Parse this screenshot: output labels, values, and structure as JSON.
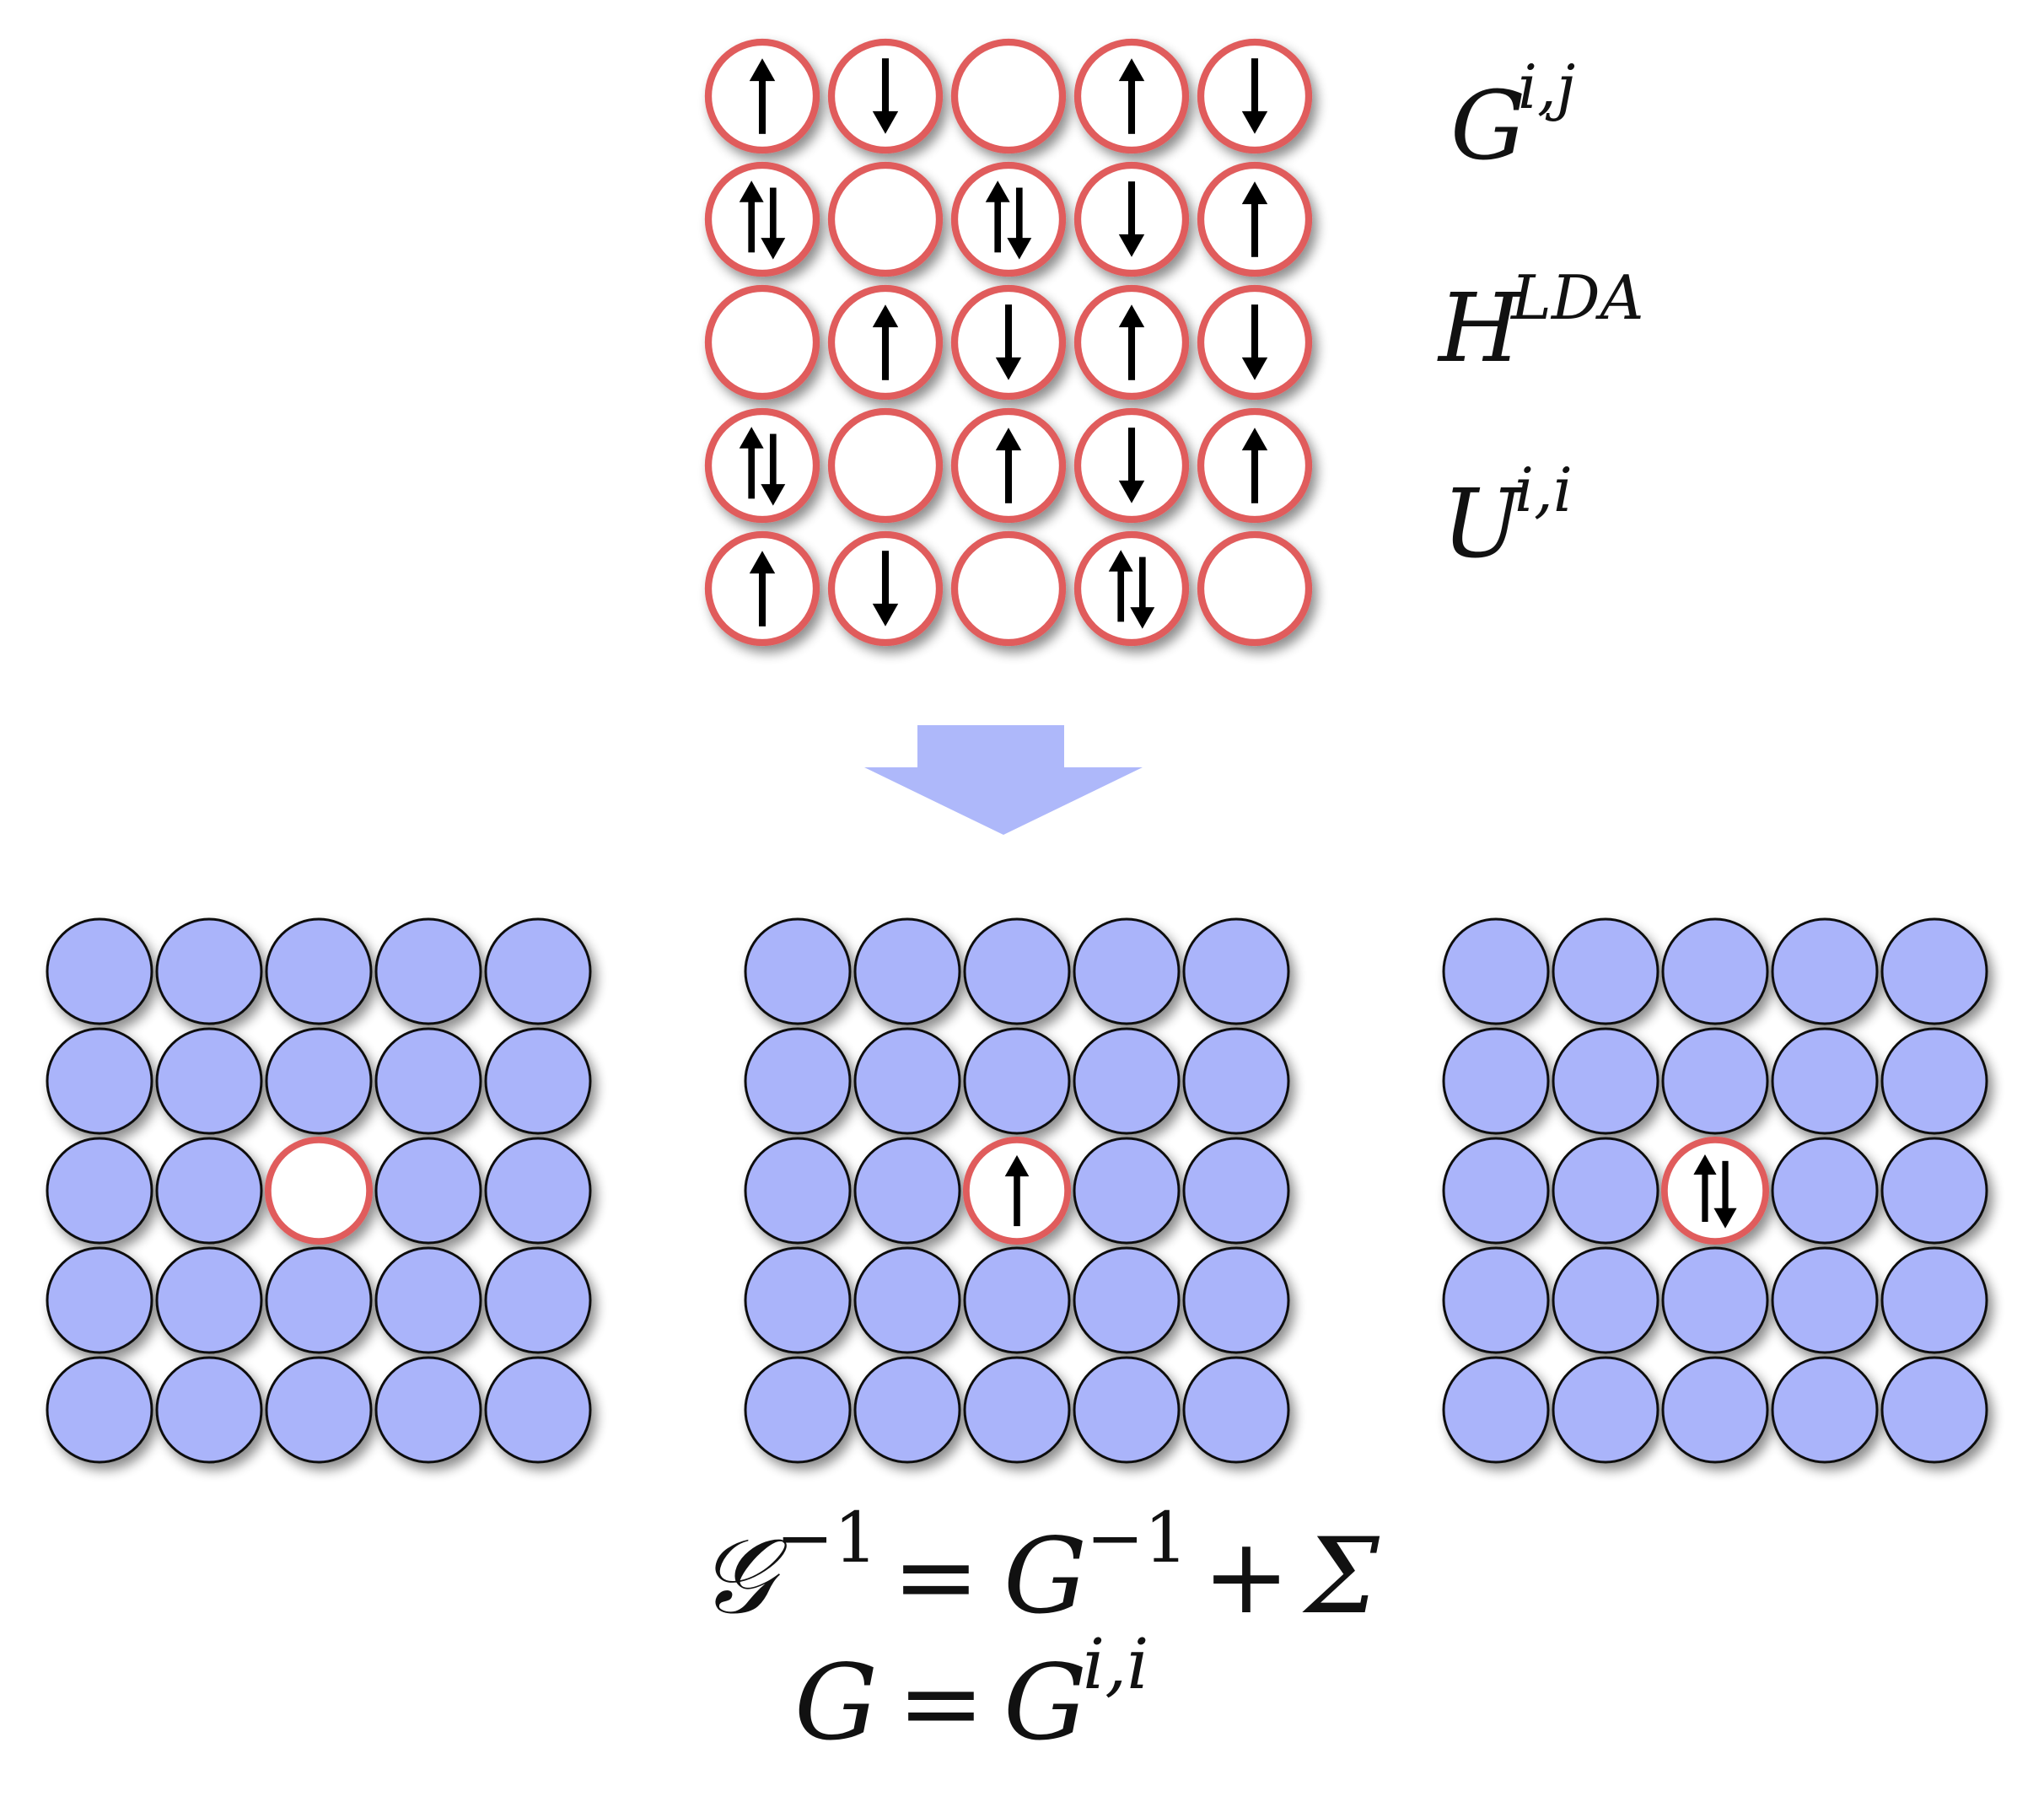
{
  "top_lattice": {
    "sites": [
      [
        "up",
        "down",
        "empty",
        "up",
        "down"
      ],
      [
        "updown",
        "empty",
        "updown",
        "down",
        "up"
      ],
      [
        "empty",
        "up",
        "down",
        "up",
        "down"
      ],
      [
        "updown",
        "empty",
        "up",
        "down",
        "up"
      ],
      [
        "up",
        "down",
        "empty",
        "updown",
        "empty"
      ]
    ]
  },
  "labels": {
    "g_ij": {
      "base": "G",
      "sup": "i,j"
    },
    "h_lda": {
      "base": "H",
      "sup": "LDA"
    },
    "u_ii": {
      "base": "U",
      "sup": "i,i"
    }
  },
  "arrow_icon": "down-arrow-icon",
  "impurity_panels": [
    {
      "center_site": "empty"
    },
    {
      "center_site": "up"
    },
    {
      "center_site": "updown"
    }
  ],
  "equations": {
    "line1": {
      "lhs_base": "𝒢",
      "lhs_sup": "−1",
      "eq": "=",
      "rhs_base": "G",
      "rhs_sup": "−1",
      "plus": "+",
      "sigma": "Σ"
    },
    "line2": {
      "lhs": "G",
      "eq": "=",
      "rhs_base": "G",
      "rhs_sup": "i,i"
    }
  },
  "colors": {
    "site_ring": "#e05c5c",
    "site_fill": "#ffffff",
    "bath_fill": "#aab4fa",
    "bath_stroke": "#111111",
    "arrow_fill": "#aab4fa",
    "spin": "#000000"
  }
}
